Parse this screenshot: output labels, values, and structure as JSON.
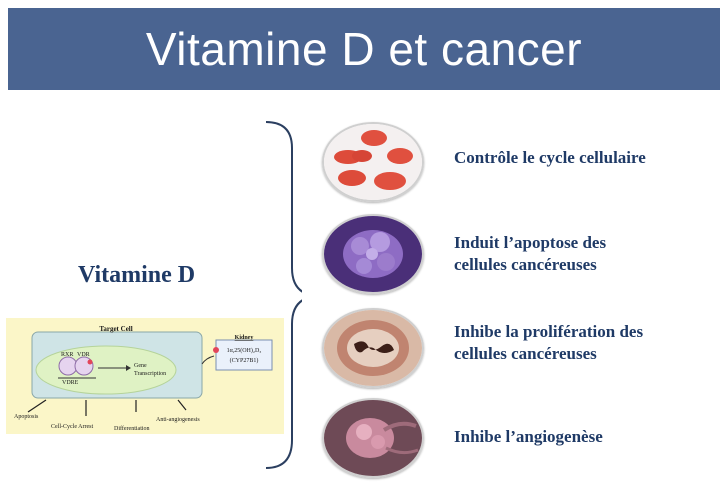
{
  "title": "Vitamine D et cancer",
  "left_label": "Vitamine D",
  "diagram": {
    "target_cell": "Target Cell",
    "rxr": "RXR",
    "vdr": "VDR",
    "vdre": "VDRE",
    "gene": "Gene",
    "transcription": "Transcription",
    "kidney": "Kidney",
    "kidney_line1": "1α,25(OH)₂D₃",
    "kidney_line2": "(CYP27B1)",
    "outcomes": [
      "Apoptosis",
      "Cell-Cycle Arrest",
      "Differentiation",
      "Anti-angiogenesis"
    ]
  },
  "items": [
    {
      "icon": "red-blood-cells-image",
      "lines": [
        "Contrôle le cycle cellulaire"
      ]
    },
    {
      "icon": "apoptotic-cell-image",
      "lines": [
        "Induit l’apoptose des",
        "cellules cancéreuses"
      ]
    },
    {
      "icon": "dividing-cell-image",
      "lines": [
        "Inhibe la prolifération des",
        "cellules cancéreuses"
      ]
    },
    {
      "icon": "tumor-vessel-image",
      "lines": [
        "Inhibe l’angiogenèse"
      ]
    }
  ],
  "colors": {
    "title_bar": "#4a6491",
    "text": "#1f3a66",
    "diagram_bg": "#fbf6c8"
  }
}
